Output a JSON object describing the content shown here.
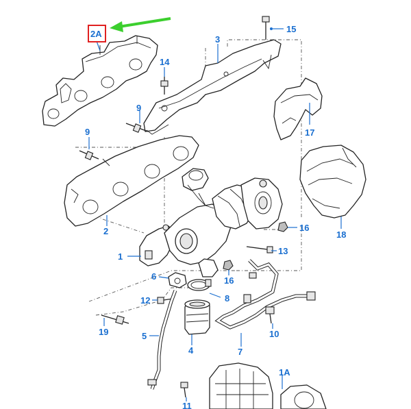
{
  "callouts": {
    "c2a": "2A",
    "c1a": "1A",
    "c1": "1",
    "c2": "2",
    "c3": "3",
    "c4": "4",
    "c5": "5",
    "c6": "6",
    "c7": "7",
    "c8": "8",
    "c9a": "9",
    "c9b": "9",
    "c10": "10",
    "c11": "11",
    "c12": "12",
    "c13": "13",
    "c14": "14",
    "c15": "15",
    "c16a": "16",
    "c16b": "16",
    "c17": "17",
    "c18": "18",
    "c19": "19"
  },
  "colors": {
    "callout": "#1a6fd0",
    "highlight_box": "#e02020",
    "arrow": "#3ccf2e"
  }
}
